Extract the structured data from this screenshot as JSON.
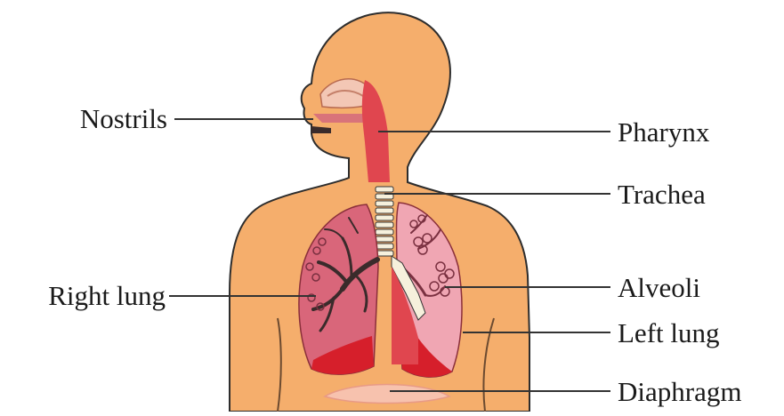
{
  "diagram": {
    "labels_left": {
      "nostrils": "Nostrils",
      "right_lung": "Right lung"
    },
    "labels_right": {
      "pharynx": "Pharynx",
      "trachea": "Trachea",
      "alveoli": "Alveoli",
      "left_lung": "Left lung",
      "diaphragm": "Diaphragm"
    }
  },
  "colors": {
    "skin": "#f5ae6c",
    "skin_outline": "#2d2d2d",
    "lung_fill": "#d9667a",
    "lung_light": "#f0a6b3",
    "lung_dark": "#d61f2b",
    "airway": "#e0464f",
    "bronchi": "#3a2b2b",
    "trachea_ring": "#f6f0dc",
    "nasal": "#f3c7b5",
    "diaphragm": "#f7c2ae"
  }
}
